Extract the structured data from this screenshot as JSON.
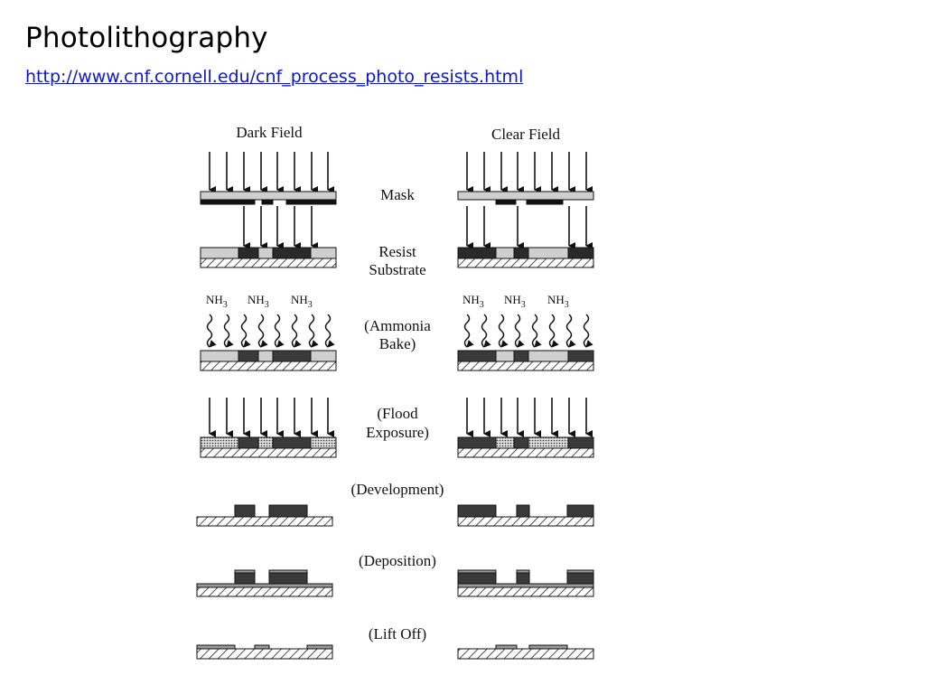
{
  "slide": {
    "title": "Photolithography",
    "link": "http://www.cnf.cornell.edu/cnf_process_photo_resists.html"
  },
  "diagram": {
    "column_titles": {
      "dark_field": "Dark Field",
      "clear_field": "Clear Field"
    },
    "labels": {
      "mask": "Mask",
      "resist": "Resist",
      "substrate": "Substrate",
      "ammonia": "(Ammonia",
      "bake": "Bake)",
      "flood": "(Flood",
      "exposure": "Exposure)",
      "development": "(Development)",
      "deposition": "(Deposition)",
      "lift_off": "(Lift Off)"
    },
    "nh3": [
      "NH",
      "3"
    ]
  }
}
